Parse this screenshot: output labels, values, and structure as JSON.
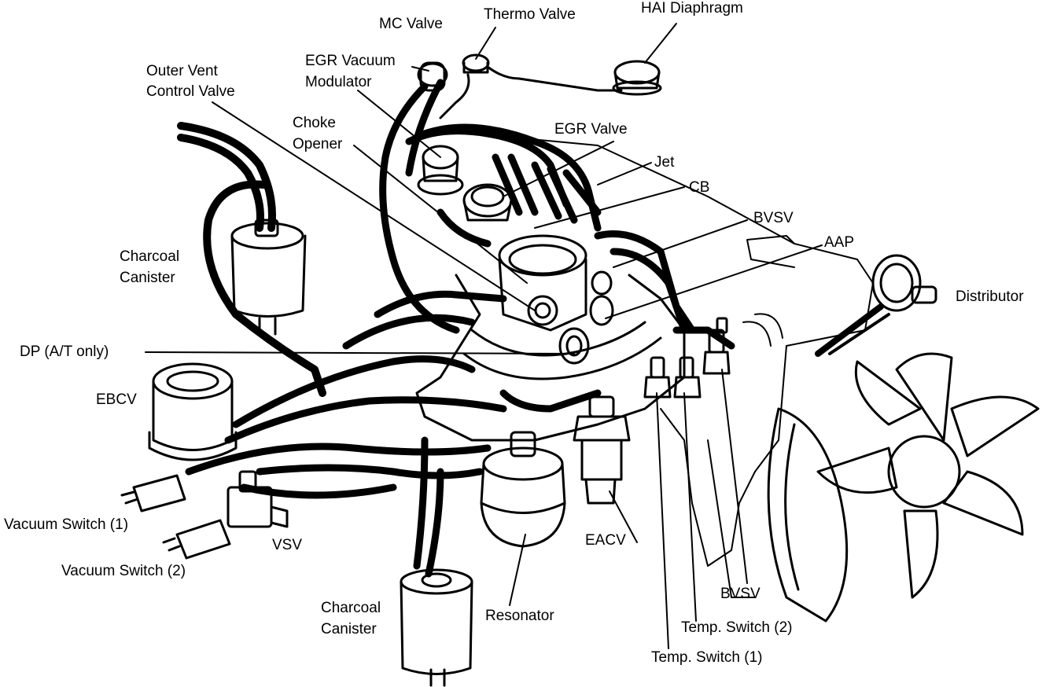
{
  "labels": {
    "hai_diaphragm": "HAI Diaphragm",
    "thermo_valve": "Thermo Valve",
    "mc_valve": "MC Valve",
    "egr_vacuum_modulator_1": "EGR Vacuum",
    "egr_vacuum_modulator_2": "Modulator",
    "outer_vent_control_valve_1": "Outer Vent",
    "outer_vent_control_valve_2": "Control Valve",
    "choke_opener_1": "Choke",
    "choke_opener_2": "Opener",
    "egr_valve": "EGR Valve",
    "jet": "Jet",
    "cb": "CB",
    "bvsv_top": "BVSV",
    "aap": "AAP",
    "distributor": "Distributor",
    "charcoal_canister_left_1": "Charcoal",
    "charcoal_canister_left_2": "Canister",
    "dp": "DP (A/T only)",
    "ebcv": "EBCV",
    "vacuum_switch_1": "Vacuum Switch (1)",
    "vsv": "VSV",
    "vacuum_switch_2": "Vacuum Switch (2)",
    "charcoal_canister_bottom_1": "Charcoal",
    "charcoal_canister_bottom_2": "Canister",
    "resonator": "Resonator",
    "eacv": "EACV",
    "bvsv_bottom": "BVSV",
    "temp_switch_2": "Temp. Switch (2)",
    "temp_switch_1": "Temp. Switch (1)"
  },
  "colors": {
    "ink": "#000000",
    "paper": "#ffffff"
  }
}
